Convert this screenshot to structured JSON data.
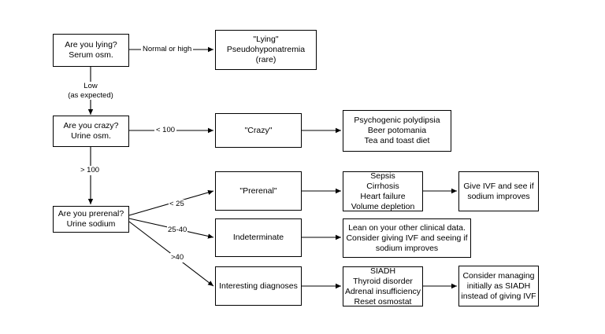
{
  "nodes": {
    "lying_q": [
      "Are you lying?",
      "Serum osm."
    ],
    "lying_result": [
      "\"Lying\"",
      "Pseudohyponatremia",
      "(rare)"
    ],
    "crazy_q": [
      "Are you crazy?",
      "Urine osm."
    ],
    "crazy_result": [
      "\"Crazy\""
    ],
    "crazy_causes": [
      "Psychogenic polydipsia",
      "Beer potomania",
      "Tea and toast diet"
    ],
    "prerenal_q": [
      "Are you prerenal?",
      "Urine sodium"
    ],
    "prerenal_result": [
      "\"Prerenal\""
    ],
    "prerenal_causes": [
      "Sepsis",
      "Cirrhosis",
      "Heart failure",
      "Volume depletion"
    ],
    "prerenal_action": [
      "Give IVF and see if",
      "sodium improves"
    ],
    "indeterminate": [
      "Indeterminate"
    ],
    "indeterminate_action": [
      "Lean on your other clinical data.",
      "Consider giving IVF and seeing if",
      "sodium improves"
    ],
    "interesting": [
      "Interesting diagnoses"
    ],
    "interesting_causes": [
      "SIADH",
      "Thyroid disorder",
      "Adrenal insufficiency",
      "Reset osmostat"
    ],
    "interesting_action": [
      "Consider managing",
      "initially as SIADH",
      "instead of giving IVF"
    ]
  },
  "edge_labels": {
    "normal_or_high": [
      "Normal or high"
    ],
    "low": [
      "Low",
      "(as expected)"
    ],
    "lt100": [
      "< 100"
    ],
    "gt100": [
      "> 100"
    ],
    "lt25": [
      "< 25"
    ],
    "range25_40": [
      "25-40"
    ],
    "gt40": [
      ">40"
    ]
  }
}
